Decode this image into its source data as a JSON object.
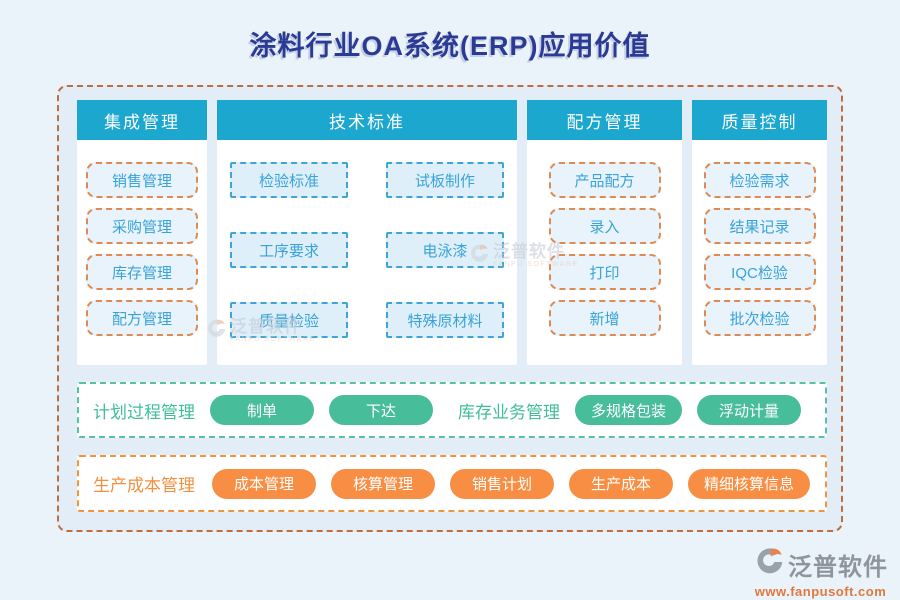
{
  "title": "涂料行业OA系统(ERP)应用价值",
  "columns": [
    {
      "header": "集成管理",
      "buttons": [
        "销售管理",
        "采购管理",
        "库存管理",
        "配方管理"
      ]
    },
    {
      "header": "技术标准",
      "buttons": [
        "检验标准",
        "试板制作",
        "工序要求",
        "电泳漆",
        "质量检验",
        "特殊原材料"
      ]
    },
    {
      "header": "配方管理",
      "buttons": [
        "产品配方",
        "录入",
        "打印",
        "新增"
      ]
    },
    {
      "header": "质量控制",
      "buttons": [
        "检验需求",
        "结果记录",
        "IQC检验",
        "批次检验"
      ]
    }
  ],
  "rows": [
    {
      "groups": [
        {
          "label": "计划过程管理",
          "buttons": [
            "制单",
            "下达"
          ]
        },
        {
          "label": "库存业务管理",
          "buttons": [
            "多规格包装",
            "浮动计量"
          ]
        }
      ]
    },
    {
      "groups": [
        {
          "label": "生产成本管理",
          "buttons": [
            "成本管理",
            "核算管理",
            "销售计划",
            "生产成本",
            "精细核算信息"
          ]
        }
      ]
    }
  ],
  "watermark": {
    "name": "泛普软件",
    "sub": "FANPU SOFTWARE"
  },
  "footer": {
    "name": "泛普软件",
    "url": "www.fanpusoft.com"
  },
  "colors": {
    "header_bg": "#1CA7CE",
    "outer_border": "#BE6E3E",
    "orange_chip_border": "#DD8B52",
    "blue_chip_border": "#3EA5D6",
    "chip_text": "#38A3D8",
    "green_accent": "#48BD99",
    "orange_accent": "#F78E44",
    "title_text": "#2B3B95"
  }
}
